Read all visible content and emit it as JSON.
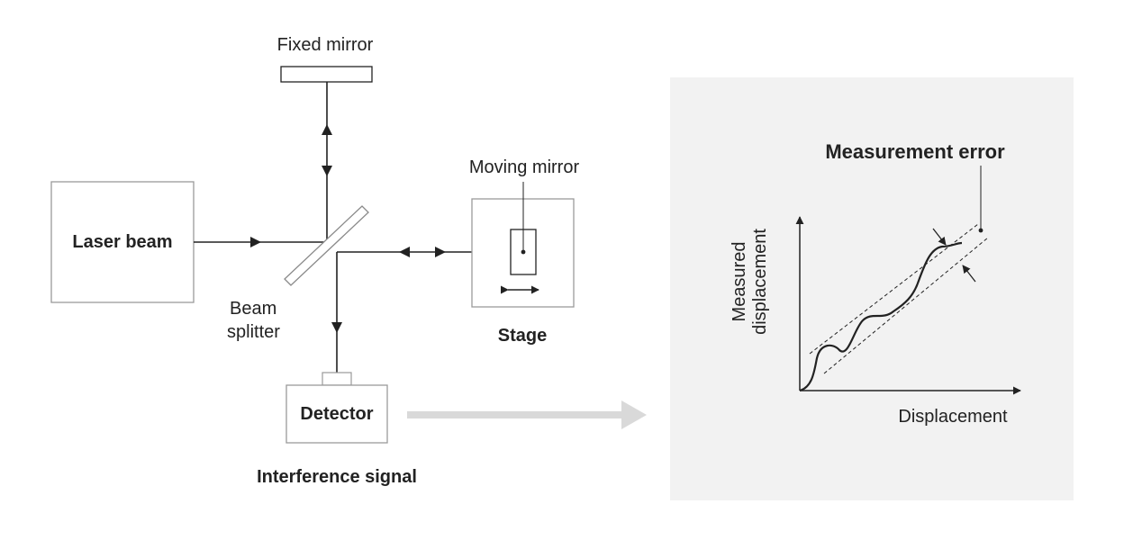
{
  "labels": {
    "fixed_mirror": "Fixed mirror",
    "moving_mirror": "Moving mirror",
    "laser_beam": "Laser beam",
    "beam_splitter_line1": "Beam",
    "beam_splitter_line2": "splitter",
    "stage": "Stage",
    "detector": "Detector",
    "interference_signal": "Interference signal"
  },
  "graph": {
    "title": "Measurement error",
    "ylabel_line1": "Measured",
    "ylabel_line2": "displacement",
    "xlabel": "Displacement"
  },
  "colors": {
    "stroke": "#222222",
    "box_border": "#9a9a9a",
    "panel_bg": "#f2f2f2",
    "flow_arrow": "#d9d9d9",
    "splitter_border": "#8a8a8a"
  }
}
